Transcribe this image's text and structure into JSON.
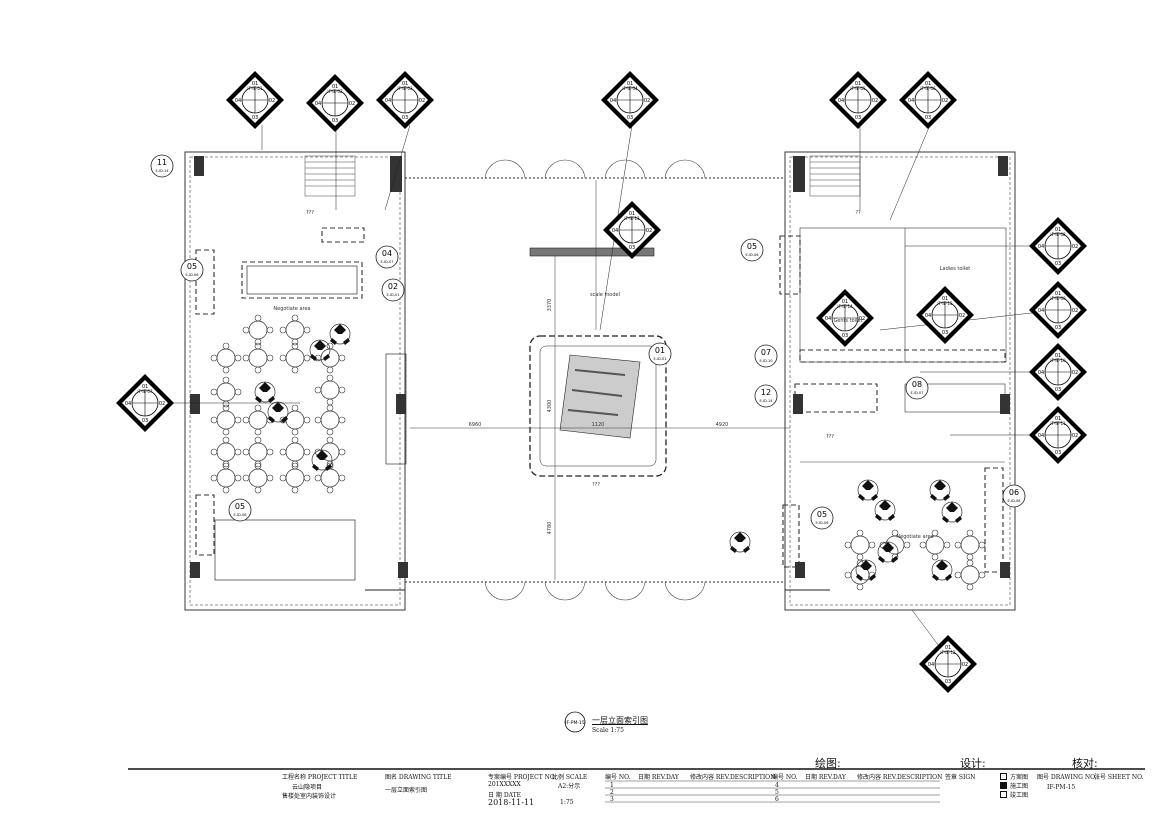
{
  "drawing_caption": {
    "code": "IF-PM-15",
    "title": "一层立面索引图",
    "scale": "Scale 1:75"
  },
  "signatures": {
    "draw": "绘图:",
    "design": "设计:",
    "check": "核对:"
  },
  "title_block": {
    "project_label": "工程名称 PROJECT TITLE",
    "project_line1": "云山隐项目",
    "project_line2": "售楼处室内装饰设计",
    "drawing_title_label": "图名 DRAWING TITLE",
    "drawing_title": "一层立面索引图",
    "project_no_label": "专案编号 PROJECT NO.",
    "project_no": "201XXXXX",
    "scale_label": "比例 SCALE",
    "scale_value": "A2:分示",
    "date_label": "日 期 DATE",
    "date": "2018-11-11",
    "scale_short": "1:75",
    "rev_no_label": "编号 NO.",
    "rev_day_label": "日期 REV.DAY",
    "rev_desc_label": "修改内容 REV.DESCRIPTION",
    "rev_rows_a": [
      "1",
      "2",
      "3"
    ],
    "rev_rows_b": [
      "4",
      "5",
      "6"
    ],
    "sign_label": "签章 SIGN",
    "stages": [
      "方案图",
      "施工图",
      "竣工图"
    ],
    "drawing_no_label": "图号 DRAWING NO.",
    "sheet_no_label": "张号 SHEET NO.",
    "drawing_no": "IF-PM-15"
  },
  "room_labels": {
    "negotiate_left": "Negotiate area",
    "negotiate_right": "Negotiate area",
    "scale_model": "scale model",
    "ladies_toilet": "Ladies toilet",
    "gents_toilet": "Gents toilet",
    "unknown": "??",
    "unknown3": "???"
  },
  "dimensions": {
    "d3370": "3370",
    "d4300": "4300",
    "d4780": "4780",
    "d6960": "6960",
    "d4920": "4920",
    "d1120": "1120"
  },
  "circle_callouts": [
    {
      "num": "11",
      "ref": "E-ID-14"
    },
    {
      "num": "05",
      "ref": "E-ID-06"
    },
    {
      "num": "04",
      "ref": "E-ID-07"
    },
    {
      "num": "02",
      "ref": "E-ID-01"
    },
    {
      "num": "05",
      "ref": "E-ID-06"
    },
    {
      "num": "01",
      "ref": "E-ID-01"
    },
    {
      "num": "05",
      "ref": "E-ID-06"
    },
    {
      "num": "07",
      "ref": "E-ID-10"
    },
    {
      "num": "12",
      "ref": "E-ID-14"
    },
    {
      "num": "08",
      "ref": "E-ID-07"
    },
    {
      "num": "05",
      "ref": "E-ID-06"
    },
    {
      "num": "06",
      "ref": "E-ID-08"
    }
  ],
  "diamond_callouts": [
    {
      "ref": "IF-IE-01"
    },
    {
      "ref": "IF-IE-02"
    },
    {
      "ref": "IF-IE-03"
    },
    {
      "ref": "IF-IE-04"
    },
    {
      "ref": "IF-IE-05"
    },
    {
      "ref": "IF-IE-06"
    },
    {
      "ref": "IF-IE-07"
    },
    {
      "ref": "IF-IE-08"
    },
    {
      "ref": "IF-IE-09"
    },
    {
      "ref": "IF-IE-10"
    },
    {
      "ref": "IF-IE-11"
    },
    {
      "ref": "IF-IE-12"
    },
    {
      "ref": "IF-IE-13"
    },
    {
      "ref": "IF-IE-14"
    },
    {
      "ref": "IF-IE-15"
    }
  ]
}
